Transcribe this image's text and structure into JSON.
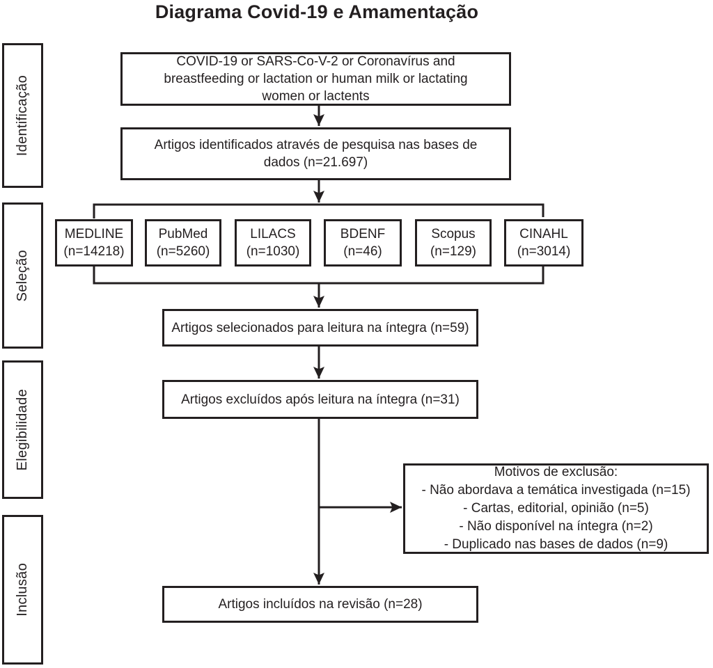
{
  "title": "Diagrama Covid-19 e Amamentação",
  "colors": {
    "ink": "#231f20",
    "background": "#ffffff"
  },
  "sidebar": {
    "stages": [
      {
        "label": "Identificação"
      },
      {
        "label": "Seleção"
      },
      {
        "label": "Elegibilidade"
      },
      {
        "label": "Inclusão"
      }
    ]
  },
  "flow": {
    "search_terms": "COVID-19 or SARS-Co-V-2 or Coronavírus and breastfeeding or lactation or human milk or lactating women or lactents",
    "identified": "Artigos identificados através de pesquisa nas bases de dados (n=21.697)",
    "databases": [
      {
        "name": "MEDLINE",
        "count": "(n=14218)"
      },
      {
        "name": "PubMed",
        "count": "(n=5260)"
      },
      {
        "name": "LILACS",
        "count": "(n=1030)"
      },
      {
        "name": "BDENF",
        "count": "(n=46)"
      },
      {
        "name": "Scopus",
        "count": "(n=129)"
      },
      {
        "name": "CINAHL",
        "count": "(n=3014)"
      }
    ],
    "selected": "Artigos selecionados para leitura na íntegra (n=59)",
    "excluded": "Artigos excluídos após leitura na íntegra (n=31)",
    "exclusion_reasons": {
      "heading": "Motivos de exclusão:",
      "items": [
        "- Não abordava a temática investigada (n=15)",
        "- Cartas, editorial, opinião (n=5)",
        "- Não disponível na íntegra (n=2)",
        "- Duplicado nas bases de dados (n=9)"
      ]
    },
    "included": "Artigos incluídos na revisão (n=28)"
  }
}
